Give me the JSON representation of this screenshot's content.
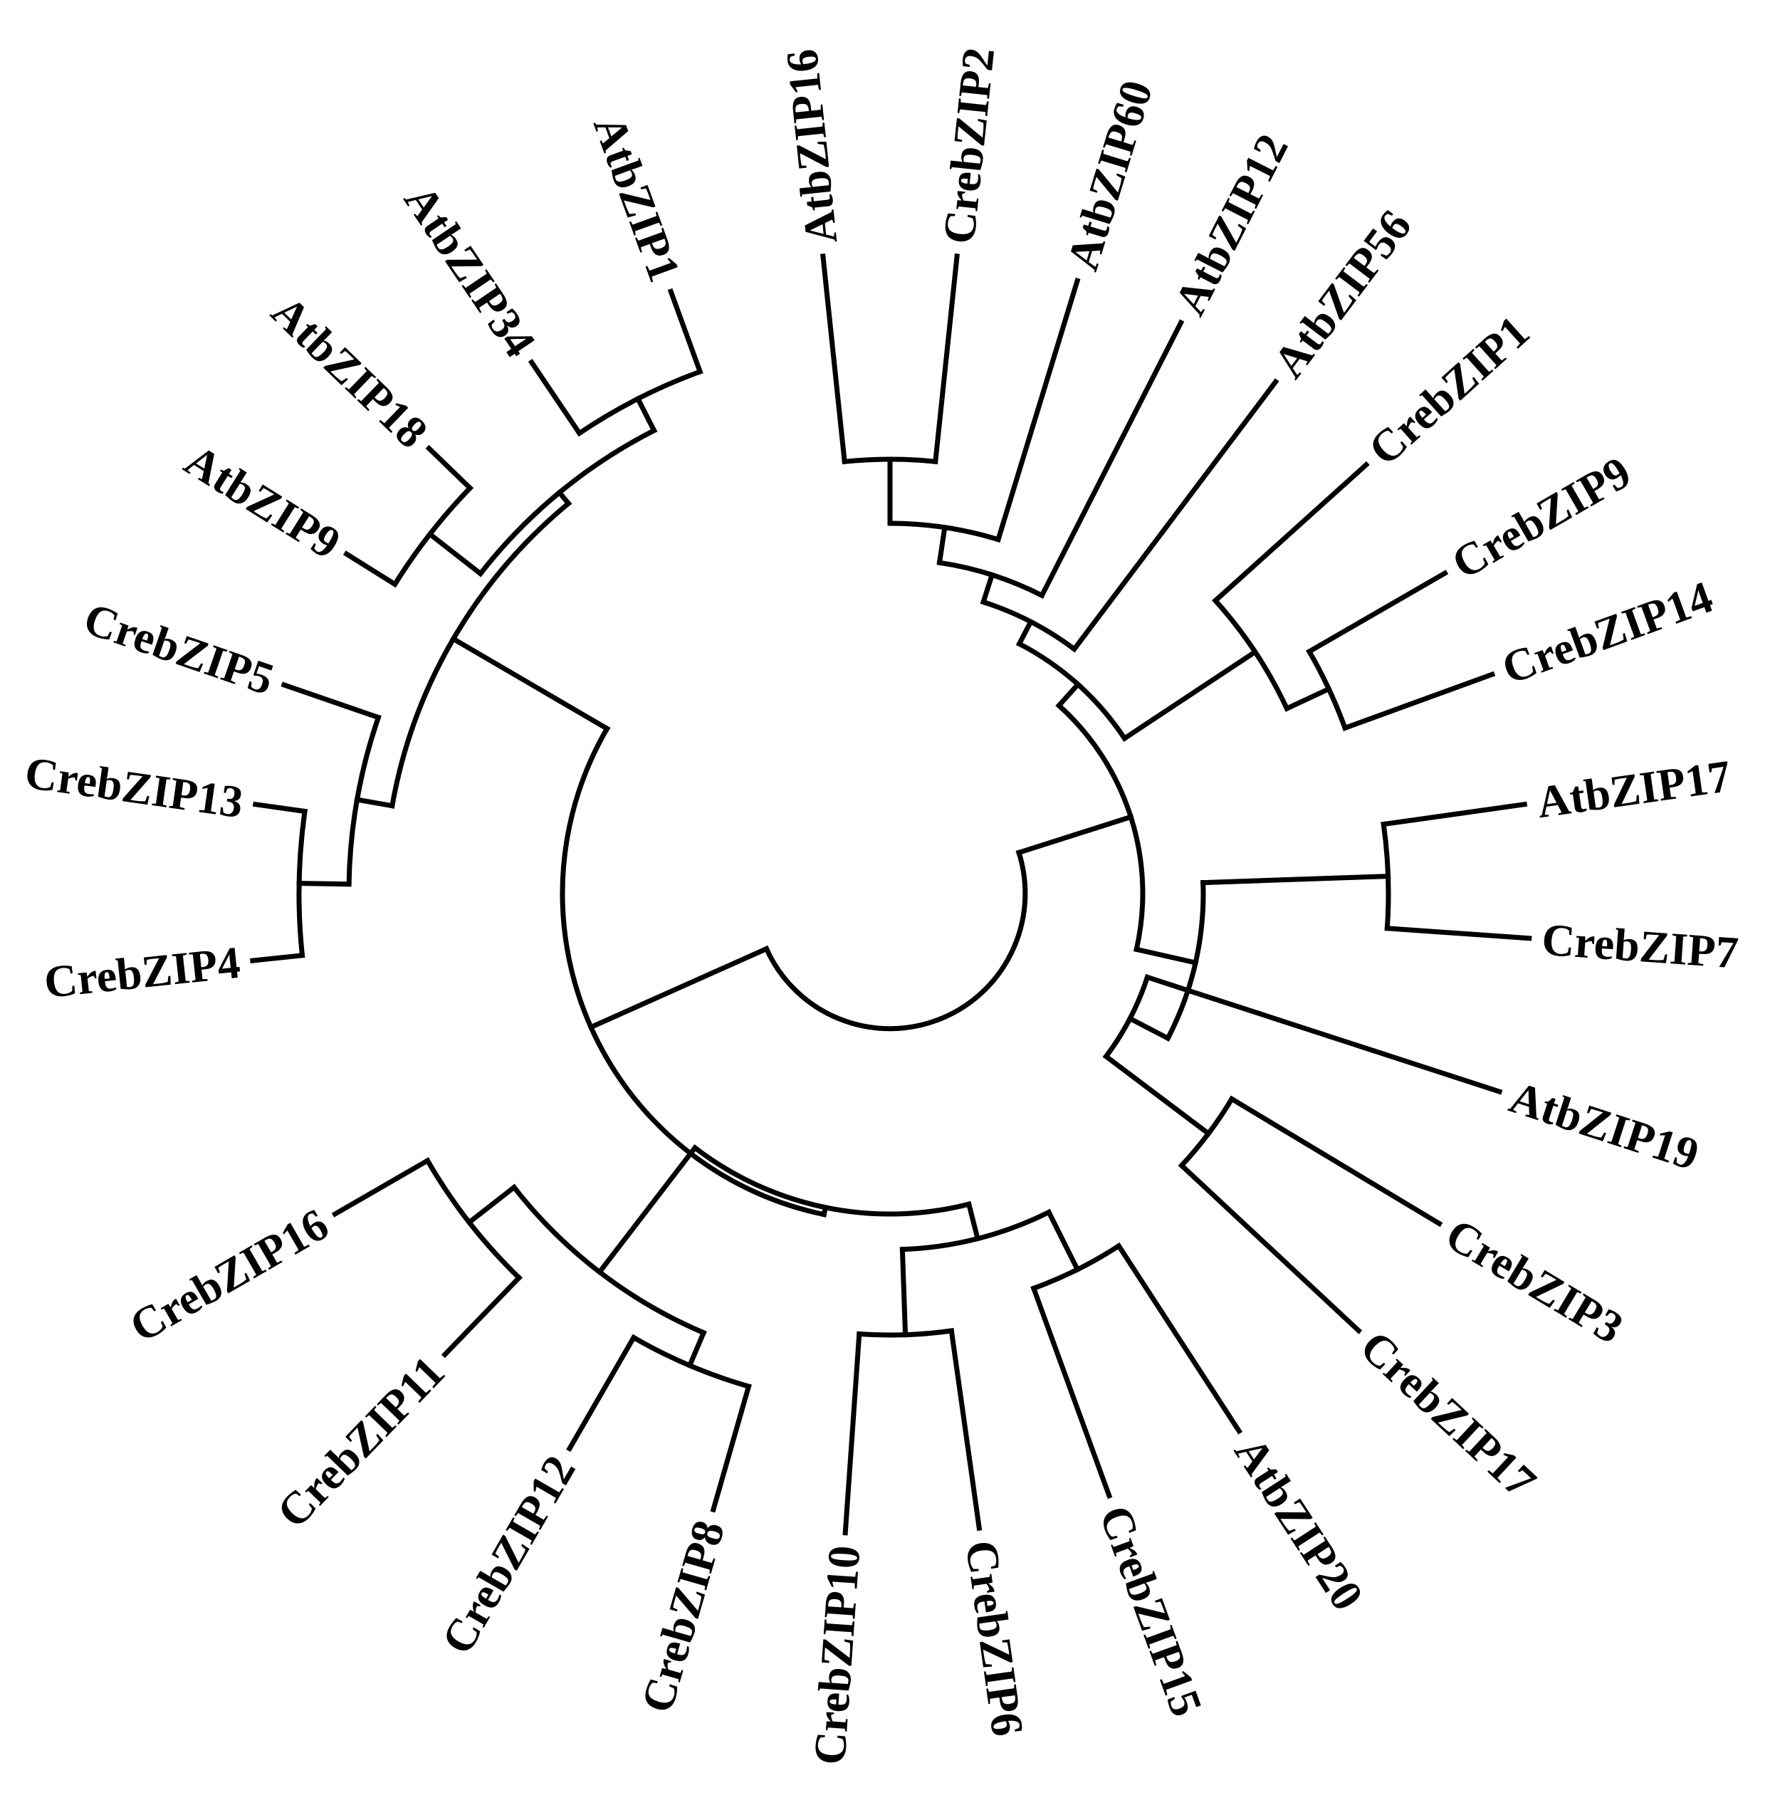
{
  "tree": {
    "type": "circular-phylogeny",
    "line_color": "#000000",
    "text_color": "#000000",
    "leaves": [
      "AtbZIP16",
      "CrebZIP2",
      "AtbZIP60",
      "AtbZIP12",
      "AtbZIP56",
      "CrebZIP1",
      "CrebZIP9",
      "CrebZIP14",
      "AtbZIP17",
      "CrebZIP7",
      "AtbZIP19",
      "CrebZIP3",
      "CrebZIP17",
      "AtbZIP20",
      "CrebZIP15",
      "CrebZIP6",
      "CrebZIP10",
      "CrebZIP8",
      "CrebZIP12",
      "CrebZIP11",
      "CrebZIP16",
      "CrebZIP4",
      "CrebZIP13",
      "CrebZIP5",
      "AtbZIP9",
      "AtbZIP18",
      "AtbZIP34",
      "AtbZIP1"
    ]
  }
}
